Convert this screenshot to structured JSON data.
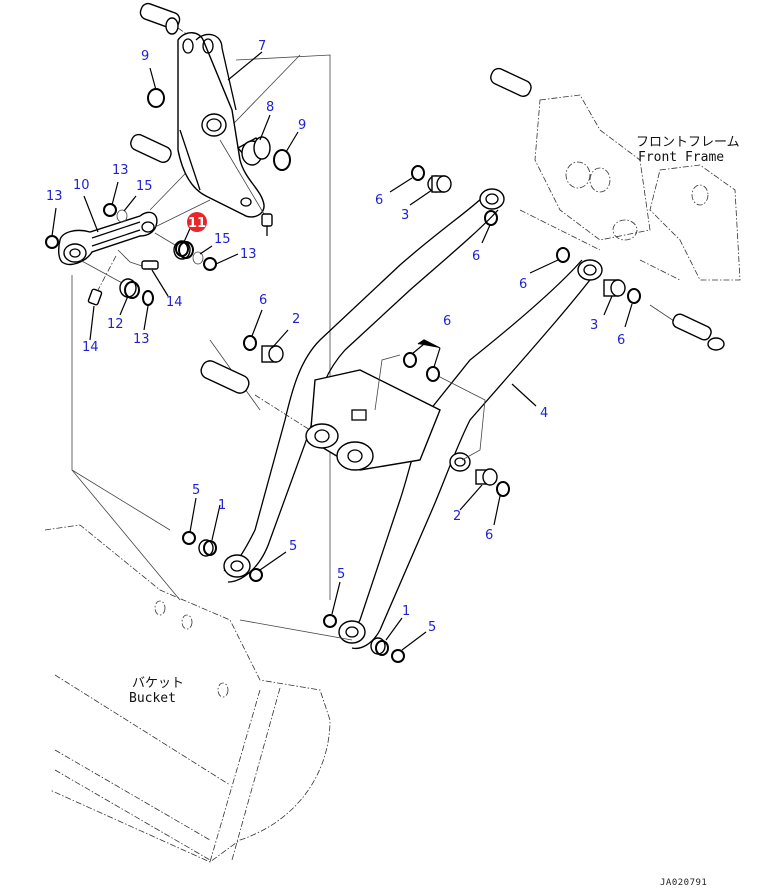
{
  "diagram": {
    "title_jp_front_frame": "フロントフレーム",
    "title_en_front_frame": "Front Frame",
    "title_jp_bucket": "バケット",
    "title_en_bucket": "Bucket",
    "drawing_code": "JA020791",
    "highlight_color": "#e8262a",
    "label_color": "#1f1fd6",
    "highlighted_part": "11",
    "callouts": [
      {
        "id": "c7",
        "text": "7"
      },
      {
        "id": "c9a",
        "text": "9"
      },
      {
        "id": "c8",
        "text": "8"
      },
      {
        "id": "c9b",
        "text": "9"
      },
      {
        "id": "c10",
        "text": "10"
      },
      {
        "id": "c13a",
        "text": "13"
      },
      {
        "id": "c13b",
        "text": "13"
      },
      {
        "id": "c15a",
        "text": "15"
      },
      {
        "id": "c15b",
        "text": "15"
      },
      {
        "id": "c13c",
        "text": "13"
      },
      {
        "id": "c14a",
        "text": "14"
      },
      {
        "id": "c12",
        "text": "12"
      },
      {
        "id": "c13d",
        "text": "13"
      },
      {
        "id": "c14b",
        "text": "14"
      },
      {
        "id": "c6a",
        "text": "6"
      },
      {
        "id": "c3a",
        "text": "3"
      },
      {
        "id": "c6b",
        "text": "6"
      },
      {
        "id": "c6c",
        "text": "6"
      },
      {
        "id": "c6d",
        "text": "6"
      },
      {
        "id": "c2a",
        "text": "2"
      },
      {
        "id": "c6e",
        "text": "6"
      },
      {
        "id": "c3b",
        "text": "3"
      },
      {
        "id": "c6f",
        "text": "6"
      },
      {
        "id": "c4",
        "text": "4"
      },
      {
        "id": "c5a",
        "text": "5"
      },
      {
        "id": "c1a",
        "text": "1"
      },
      {
        "id": "c5b",
        "text": "5"
      },
      {
        "id": "c2b",
        "text": "2"
      },
      {
        "id": "c6g",
        "text": "6"
      },
      {
        "id": "c5c",
        "text": "5"
      },
      {
        "id": "c1b",
        "text": "1"
      },
      {
        "id": "c5d",
        "text": "5"
      }
    ]
  }
}
